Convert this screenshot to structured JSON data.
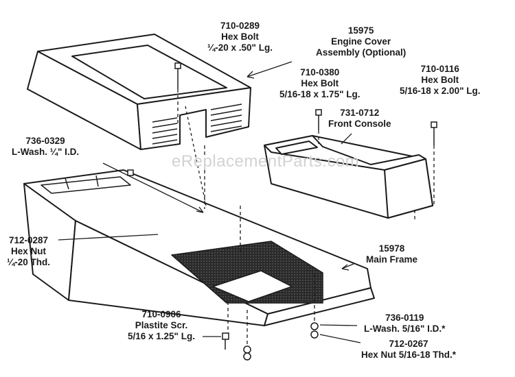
{
  "watermark": "eReplacementParts.com",
  "parts": {
    "hex_bolt_289": {
      "number": "710-0289",
      "name": "Hex Bolt",
      "spec": "¼-20 x .50\" Lg."
    },
    "engine_cover": {
      "number": "15975",
      "name": "Engine Cover",
      "spec": "Assembly (Optional)"
    },
    "hex_bolt_380": {
      "number": "710-0380",
      "name": "Hex Bolt",
      "spec": "5/16-18 x 1.75\" Lg."
    },
    "hex_bolt_116": {
      "number": "710-0116",
      "name": "Hex Bolt",
      "spec": "5/16-18 x 2.00\" Lg."
    },
    "front_console": {
      "number": "731-0712",
      "name": "Front Console"
    },
    "lock_washer_329": {
      "number": "736-0329",
      "name": "L-Wash. ¼\" I.D."
    },
    "hex_nut_287": {
      "number": "712-0287",
      "name": "Hex Nut",
      "spec": "¼-20 Thd."
    },
    "main_frame": {
      "number": "15978",
      "name": "Main Frame"
    },
    "plastite_screw": {
      "number": "710-0906",
      "name": "Plastite Scr.",
      "spec": "5/16 x 1.25\" Lg."
    },
    "lock_washer_119": {
      "number": "736-0119",
      "text": "L-Wash. 5/16\" I.D.*"
    },
    "hex_nut_267": {
      "number": "712-0267",
      "text": "Hex Nut 5/16-18 Thd.*"
    }
  }
}
